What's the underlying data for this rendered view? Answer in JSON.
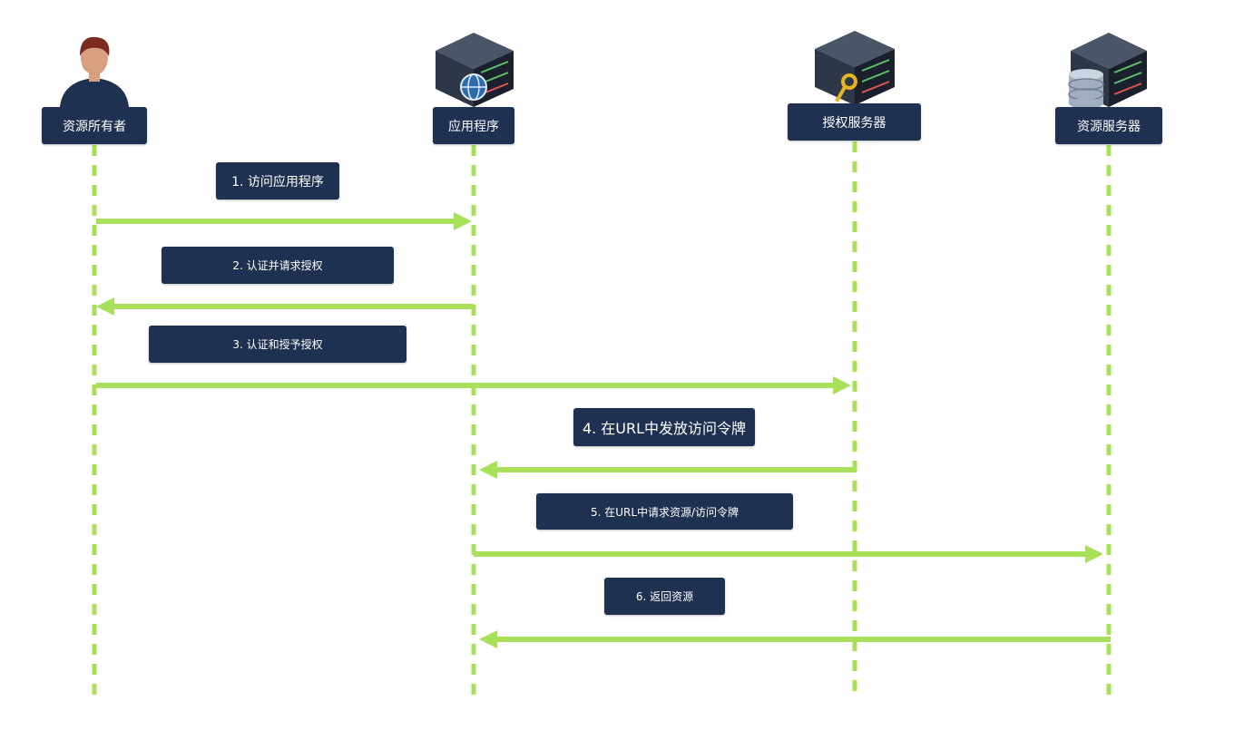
{
  "actors": [
    {
      "id": "owner",
      "label": "资源所有者",
      "icon": "person-icon"
    },
    {
      "id": "app",
      "label": "应用程序",
      "icon": "web-server-icon"
    },
    {
      "id": "auth",
      "label": "授权服务器",
      "icon": "key-server-icon"
    },
    {
      "id": "resource",
      "label": "资源服务器",
      "icon": "database-server-icon"
    }
  ],
  "messages": [
    {
      "label": "1. 访问应用程序",
      "from": "owner",
      "to": "app"
    },
    {
      "label": "2. 认证并请求授权",
      "from": "app",
      "to": "owner"
    },
    {
      "label": "3. 认证和授予授权",
      "from": "owner",
      "to": "auth"
    },
    {
      "label": "4. 在URL中发放访问令牌",
      "from": "auth",
      "to": "app"
    },
    {
      "label": "5. 在URL中请求资源/访问令牌",
      "from": "app",
      "to": "resource"
    },
    {
      "label": "6. 返回资源",
      "from": "resource",
      "to": "app"
    }
  ],
  "colors": {
    "lifeline": "#a9e05a",
    "arrow": "#a9e05a",
    "box": "#1f3150",
    "box_text": "#ffffff"
  }
}
